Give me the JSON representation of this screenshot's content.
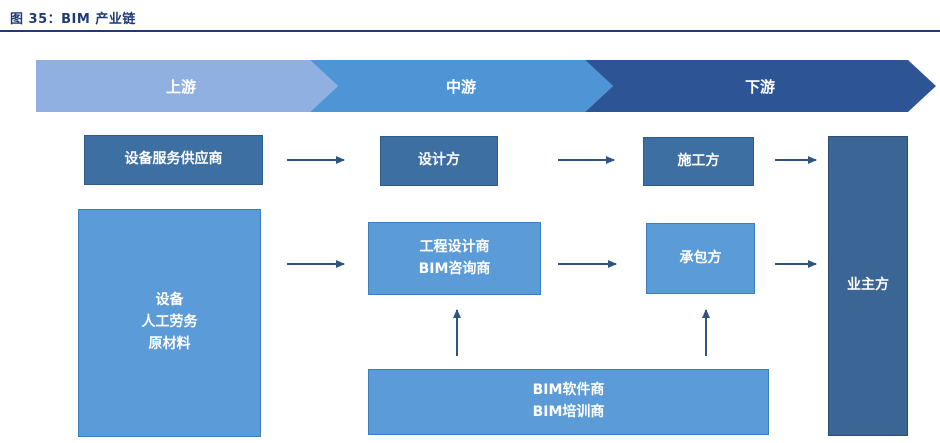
{
  "figure": {
    "title": "图 35：BIM 产业链"
  },
  "stages": {
    "upstream": "上游",
    "midstream": "中游",
    "downstream": "下游"
  },
  "nodes": {
    "equipment_service_supplier": [
      "设备服务供应商"
    ],
    "designer": [
      "设计方"
    ],
    "constructor": [
      "施工方"
    ],
    "materials": [
      "设备",
      "人工劳务",
      "原材料"
    ],
    "engineering_design": [
      "工程设计商",
      "BIM咨询商"
    ],
    "contractor": [
      "承包方"
    ],
    "software_training": [
      "BIM软件商",
      "BIM培训商"
    ],
    "owner": [
      "业主方"
    ]
  },
  "colors": {
    "upstream_fill": "#8fb0e0",
    "midstream_fill": "#4e95d6",
    "downstream_fill": "#2d5596",
    "box_dark": "#3d6fa3",
    "box_light": "#5b9bd8",
    "arrow": "#2f5680"
  }
}
